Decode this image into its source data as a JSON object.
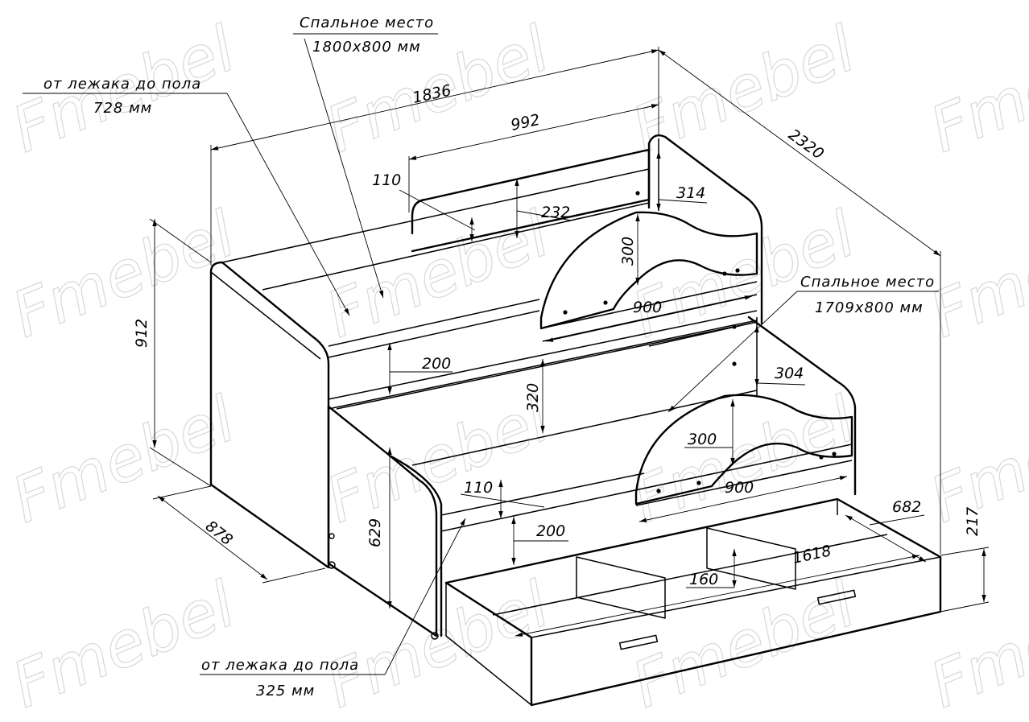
{
  "watermark": "Fmebel",
  "notes": {
    "sleep_upper_title": "Спальное место",
    "sleep_upper_size": "1800x800 мм",
    "floor_upper_title": "от лежака до пола",
    "floor_upper_value": "728 мм",
    "sleep_lower_title": "Спальное место",
    "sleep_lower_size": "1709x800 мм",
    "floor_lower_title": "от лежака до пола",
    "floor_lower_value": "325 мм"
  },
  "dimensions": {
    "total_length": "1836",
    "total_depth": "2320",
    "backrest_length": "992",
    "total_height": "912",
    "width": "878",
    "headboard_height": "314",
    "upper_rail": "110",
    "upper_back": "232",
    "upper_bumper_height": "300",
    "upper_bumper_length": "900",
    "upper_side": "200",
    "between_beds": "320",
    "lower_headboard": "304",
    "lower_bumper_height": "300",
    "lower_bumper_length": "900",
    "lower_rail": "110",
    "lower_side": "200",
    "lower_height": "629",
    "drawer_depth": "682",
    "drawer_length": "1618",
    "drawer_divider": "160",
    "drawer_height": "217"
  }
}
